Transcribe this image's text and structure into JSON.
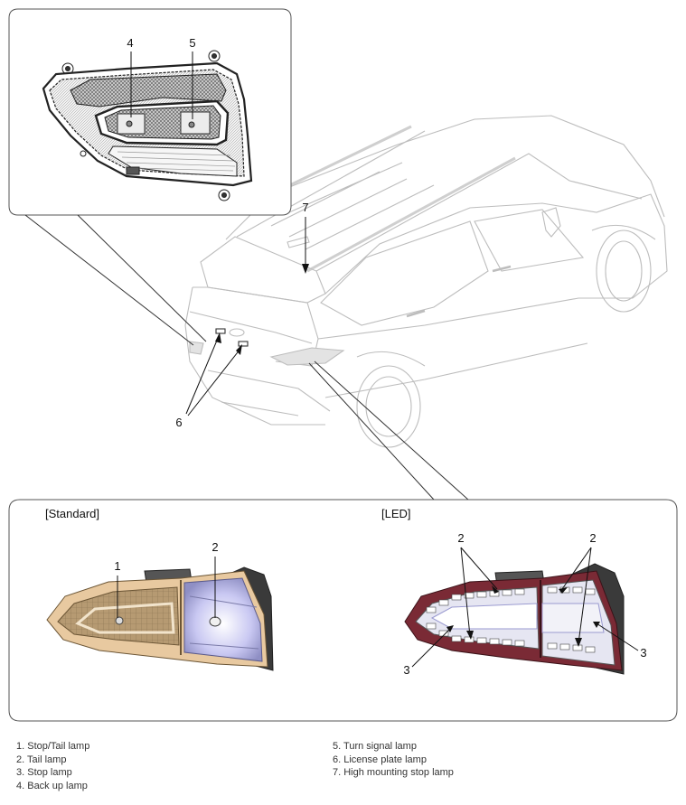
{
  "panels": {
    "standard_title": "[Standard]",
    "led_title": "[LED]"
  },
  "callouts": {
    "n1": "1",
    "n2": "2",
    "n3": "3",
    "n4": "4",
    "n5": "5",
    "n6": "6",
    "n7": "7"
  },
  "legend": {
    "left": [
      "1. Stop/Tail lamp",
      "2. Tail lamp",
      "3. Stop lamp",
      "4. Back up lamp"
    ],
    "right": [
      "5. Turn signal lamp",
      "6. License plate lamp",
      "7. High mounting stop lamp"
    ]
  },
  "colors": {
    "line": "#111111",
    "car_outline": "#bdbdbd",
    "standard_housing": "#e8c9a0",
    "standard_lens": "#b69a72",
    "standard_glow": "#c9c8f2",
    "led_housing": "#7a2a35",
    "led_lens": "#e6e6f2",
    "dark_body": "#3a3a3a"
  }
}
